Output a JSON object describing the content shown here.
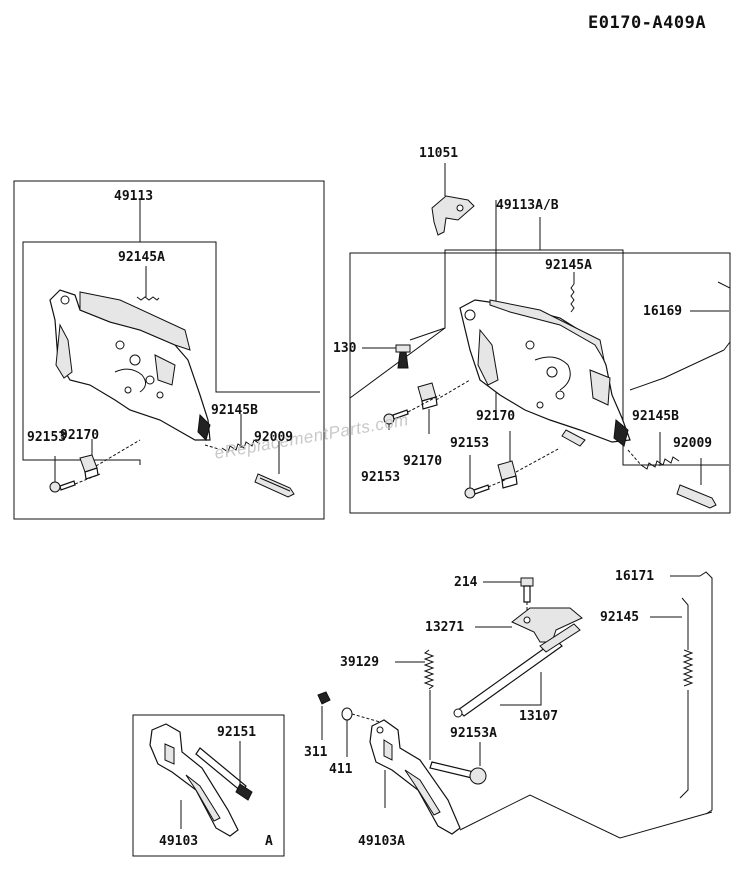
{
  "diagram_code": "E0170-A409A",
  "watermark": "eReplacementParts.com",
  "labels": {
    "p11051": "11051",
    "p49113ab": "49113A/B",
    "p49113": "49113",
    "p92145a_left": "92145A",
    "p92145a_right": "92145A",
    "p16169": "16169",
    "p130": "130",
    "p92170_left": "92170",
    "p92145b_left": "92145B",
    "p92153_left": "92153",
    "p92009_left": "92009",
    "p92170_right_top": "92170",
    "p92145b_right": "92145B",
    "p92153_right_top": "92153",
    "p92009_right": "92009",
    "p92153_right_mid": "92153",
    "p92170_right_mid": "92170",
    "p214": "214",
    "p16171": "16171",
    "p13271": "13271",
    "p92145": "92145",
    "p39129": "39129",
    "p13107": "13107",
    "p92151": "92151",
    "p311": "311",
    "p411": "411",
    "p92153a": "92153A",
    "p49103": "49103",
    "p49103a": "49103A",
    "inset_tag": "A"
  }
}
